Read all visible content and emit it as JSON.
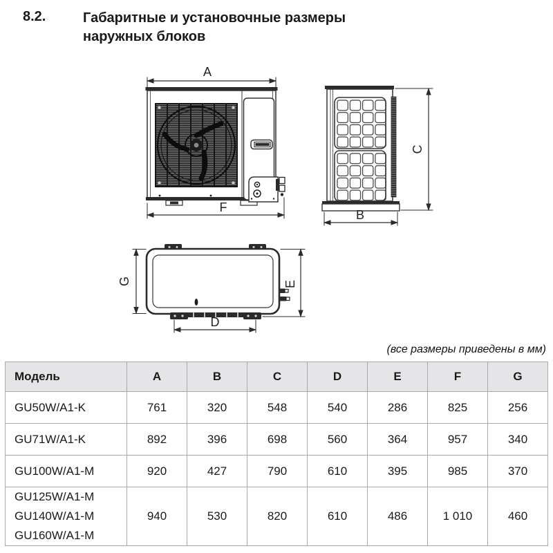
{
  "page": {
    "section_number": "8.2.",
    "title_line1": "Габаритные и установочные размеры",
    "title_line2": "наружных блоков",
    "units_note": "(все размеры приведены в мм)"
  },
  "drawings": {
    "front_view": {
      "dim_width_top": "A",
      "dim_width_bottom": "F"
    },
    "side_view": {
      "dim_height": "C",
      "dim_depth": "B"
    },
    "top_view": {
      "dim_left": "G",
      "dim_right": "E",
      "dim_feet": "D"
    }
  },
  "table": {
    "columns": [
      "Модель",
      "A",
      "B",
      "C",
      "D",
      "E",
      "F",
      "G"
    ],
    "rows": [
      {
        "model": [
          "GU50W/A1-K"
        ],
        "values": [
          "761",
          "320",
          "548",
          "540",
          "286",
          "825",
          "256"
        ]
      },
      {
        "model": [
          "GU71W/A1-K"
        ],
        "values": [
          "892",
          "396",
          "698",
          "560",
          "364",
          "957",
          "340"
        ]
      },
      {
        "model": [
          "GU100W/A1-M"
        ],
        "values": [
          "920",
          "427",
          "790",
          "610",
          "395",
          "985",
          "370"
        ]
      },
      {
        "model": [
          "GU125W/A1-M",
          "GU140W/A1-M",
          "GU160W/A1-M"
        ],
        "values": [
          "940",
          "530",
          "820",
          "610",
          "486",
          "1 010",
          "460"
        ]
      }
    ]
  },
  "colors": {
    "line": "#2b2b2b",
    "table_header_bg": "#e5e5e7",
    "table_border": "#a9a9a9"
  }
}
